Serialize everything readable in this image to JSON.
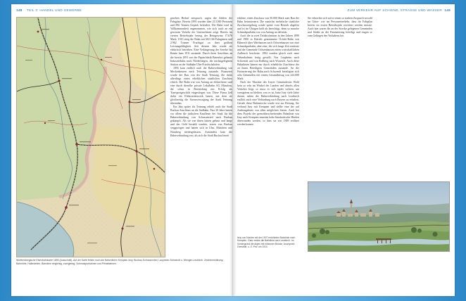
{
  "header": {
    "left_number": "148",
    "left_title": "TEIL 3: HANDEL UND GEWERBE",
    "right_title": "ZUM VERKEHR AUF SCHIENE, STRASSE UND WASSER",
    "right_number": "149"
  },
  "map": {
    "icon": "historic-map-image"
  },
  "map_caption": {
    "text": "Württembergische Eisenbahnkarte 1899 (Ausschnitt). Auf der Karte fehlen noch die Nebenlinien Kempten-Isny, Buchau-Schussenried, Laupheim-Schwendi u. Wengen-Leutkirch. Zeichenerklärung: Bahnhöfe, Haltestellen, Bahnlinie eingleisig, zweigleisig, Schmalspurbahnen und Privatbahnen."
  },
  "columns": {
    "left": [
      "gesehen Bedarf entsprach, sagen die Zahlen der Fahrgäste. Bereits 1895 wurden über 213.000 Personen und 882 Tonnen Gepäck befördert. Die Bahn wird in Vollkommenheit angenommen, wie sich auch an ein gewissen Verkehr der Unternehmen zeigt. Bereits im vierten Betriebsjahr betrug der Reingewinn 17.676 Mark; 1910 stieg die Bahn mit 682.166 Fahrgästen und 2.962 Tonnen Frachtgut zu ihrer größten Leistungsfähigkeit. Seit diesem Jahr wurde sie elektrisch betrieben. Eine Verlängerung der Strecke bis Reutte kam 1911 zustande. Durch ihren Anschluss an die bereits 1891 von der Papierfabrik Baienfurt gebaute Industriebahn nach Niederbiegen, der nächstgelegenen Station an der Südbahn Ulm-Friedrichshafen.",
      "1895 kam endlich auch die Bahnverbindung von Meckenbeuren nach Tettnang zustande. Finanziert wurde der Bau von der Stadt Tettnang, die dafür allerdings einen erheblichen staatlichen Zuschuss erhielt. Die Bahn war von Anfang an elektrifiziert und eine durch dieselbe private Lokalbahn AG München, die schon in Ravensburg mit Erfolg ins Transportgeschäft eingestiegen war. Diese Firma ließ dafür ein Elektrizitätswerk bauen, mit dem sie gleichzeitig die Stromversorgung der Stadt Tettnang übernahm.",
      "Ein Jahr später als Tettnang erhielt auch die Stadt Buchau Anschluss an die Südbahn. Fast 30 Jahre hatten vor allem die jüdischen Kaufleute der Stadt für die Bahnverbindung von Schussenried nach Buchau gekämpft. Als sie von ihnen hatten gebaut und lange und das Geld bezahlt wurden, waren von Buchau weggezogen und hatten sich in Ulm, München und Nürnberg niedergelassen. Zumindest kam die Bahnverbindung erst, als sich die Stadt Buchau bereit"
    ],
    "right1": [
      "erklärte, einen Zuschuss von 50.000 Mark zum Bau der Bahn beizusteuern. Die zunächst mehrfache staatliche Zuschussregelung wurde später vom Betrieb abgelöst und ist im Übrigen bald als berechtigt, denn so manche Schmalspurbahn war von Anfang an defizitär.",
      "Auch die in zwei Teilabschnitten in den Jahren 1899 und 1900 in Betrieb genommene Öchsle-Bahn von Biberach über Warthausen nach Ochsenhausen war eine Schmalspurbahn, aber eine, die sich lange Zeit rentierte und der Gemeinde Ochsenhausen einen wirtschaftlichen Aufbruch bescherte. 1904 wurden gleich zwei neue Nebenbahnen fertig gestellt: Von Laupheim nach Schwendi und von Roßberg nach Wurzach. Auch diese Bahnlinien kamen nur durch erhebliche Zuschüsse der an ihnen Beteiligten Gemeinden zustande. An der Finanzierung der Bahn nach Schwendi beteiligten sich acht Gemeinden mit einem Gesamtbetrag von 224.000 Mark.",
      "Nach der Maxime des Isnyer Gemeinderats Wohl kein so sehr im Winkel der Landen und abseits allen Verkehrs liegt, so muss es sich tapfer wehren, um wenigstens zu bleiben, was es ist, hatte Isny viele Jahre darum, neben der Bahnverbindung nach Leutkirch endlich auch eine Verbindung nach Bayern zu erhalten. Gerade diese Bahnstrecke wurde erst zur Rettung. Sie verband Isny mit Kempten und stellte eine der auf Ausbaugebiete von allen möglichen Seiten. Auch bei dem Projekt der grenzüberschreitenden Bahnlinie von Isny nach Kempten mussten hohe bürokratische Hürden überwunden werden, so dass sie erst 1909 eröffnet werden konnte."
    ],
    "right2": [
      "Sie erbrachte sich sofort einen so starken Zuspruch sowohl im Güter- wie im Personenverkehr, dass ihr Fahrplan bereits im ersten Betriebsjahr erweitert werden musste. Auch hier waren die an der Strecke gelegenen Gemeinden und Städte an der Finanzierung beteiligt und trugen so zum Gelingen des Vorhabens bei."
    ]
  },
  "painting": {
    "icon": "landscape-painting-image"
  },
  "painting_caption": {
    "text": "Isny von Norden mit der 1907 errichteten Bahnlinie nach Kempten. Ganz rechts die Bahnlinie nach Leutkirch. Im Vordergrund die Argen mit hölzerner Brücke. Anonymes Gemälde, u. Z. Priv. um 1910."
  }
}
